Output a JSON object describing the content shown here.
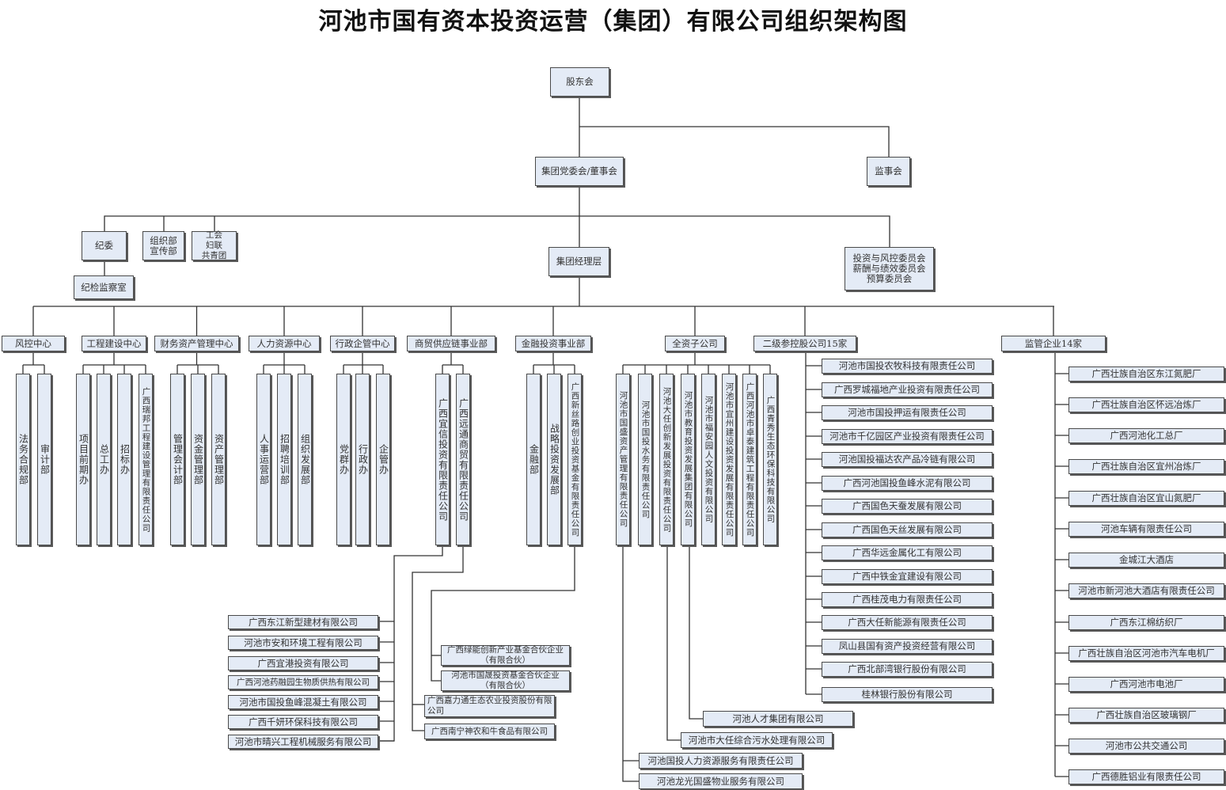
{
  "title": "河池市国有资本投资运营（集团）有限公司组织架构图",
  "colors": {
    "box_fill": "#e4ebf6",
    "box_border": "#4a4a4a",
    "line": "#333333"
  },
  "top": {
    "shareholders": "股东会",
    "board": "集团党委会/董事会",
    "supervisors": "监事会",
    "discipline": "纪委",
    "discipline_office": "纪检监察室",
    "org_publicity": "组织部\n宣传部",
    "union": "工会\n妇联\n共青团",
    "management": "集团经理层",
    "committees": "投资与风控委员会\n薪酬与绩效委员会\n预算委员会"
  },
  "centers": [
    {
      "name": "风控中心",
      "children": [
        "法务合规部",
        "审计部"
      ]
    },
    {
      "name": "工程建设中心",
      "children": [
        "项目前期办",
        "总工办",
        "招标办",
        "广西瑞邦工程建设管理有限责任公司"
      ]
    },
    {
      "name": "财务资产管理中心",
      "children": [
        "管理会计部",
        "资金管理部",
        "资产管理部"
      ]
    },
    {
      "name": "人力资源中心",
      "children": [
        "人事运营部",
        "招聘培训部",
        "组织发展部"
      ]
    },
    {
      "name": "行政企管中心",
      "children": [
        "党群办",
        "行政办",
        "企管办"
      ]
    },
    {
      "name": "商贸供应链事业部",
      "children": [
        "广西宜信投资有限责任公司",
        "广西远通商贸有限责任公司"
      ]
    },
    {
      "name": "金融投资事业部",
      "children": [
        "金融部",
        "战略投资发展部",
        "广西新丝路创业投资基金有限责任公司"
      ]
    },
    {
      "name": "全资子公司",
      "children": [
        "河池市国盛资产管理有限责任公司",
        "河池市国投水务有限责任公司",
        "河池大任创新发展投资有限责任公司",
        "河池市教育投资发展集团有限公司",
        "河池市福安园人文投资有限公司",
        "河池市宜州建设投资发展有限责任公司",
        "广西河池市卓泰建筑工程有限责任公司",
        "广西青秀生态环保科技有限公司"
      ]
    },
    {
      "name": "二级参控股公司15家"
    },
    {
      "name": "监管企业14家"
    }
  ],
  "yixin_subs": [
    "广西东江新型建材有限公司",
    "河池市安和环境工程有限公司",
    "广西宜港投资有限公司",
    "广西河池药融园生物质供热有限公司",
    "河池市国投鱼峰混凝土有限公司",
    "广西千妍环保科技有限公司",
    "河池市晴兴工程机械服务有限公司"
  ],
  "yuantong_subs": [
    "广西嘉力通生态农业投资股份有限公司",
    "广西南宁神农和牛食品有限公司"
  ],
  "xinsilu_subs": [
    "广西绿能创新产业基金合伙企业\n（有限合伙）",
    "河池市国晟投资基金合伙企业\n（有限合伙）"
  ],
  "education_subs": [
    "河池人才集团有限公司"
  ],
  "daren_subs": [
    "河池市大任综合污水处理有限公司"
  ],
  "guosheng_subs": [
    "河池国投人力资源服务有限责任公司",
    "河池龙光国盛物业服务有限公司"
  ],
  "holdings": [
    "河池市国投农牧科技有限责任公司",
    "广西罗城福地产业投资有限责任公司",
    "河池市国投押运有限责任公司",
    "河池市千亿园区产业投资有限责任公司",
    "河池国投福达农产品冷链有限公司",
    "广西河池国投鱼峰水泥有限公司",
    "广西国色天蚕发展有限公司",
    "广西国色天丝发展有限公司",
    "广西华远金属化工有限公司",
    "广西中铁金宜建设有限公司",
    "广西桂茂电力有限责任公司",
    "广西大任新能源有限责任公司",
    "凤山县国有资产投资经营有限公司",
    "广西北部湾银行股份有限公司",
    "桂林银行股份有限公司"
  ],
  "supervised": [
    "广西壮族自治区东江氮肥厂",
    "广西壮族自治区怀远冶炼厂",
    "广西河池化工总厂",
    "广西壮族自治区宜州冶炼厂",
    "广西壮族自治区宜山氮肥厂",
    "河池车辆有限责任公司",
    "金城江大酒店",
    "河池市新河池大酒店有限责任公司",
    "广西东江棉纺织厂",
    "广西壮族自治区河池市汽车电机厂",
    "广西河池市电池厂",
    "广西壮族自治区玻璃钢厂",
    "河池市公共交通公司",
    "广西德胜铝业有限责任公司"
  ]
}
